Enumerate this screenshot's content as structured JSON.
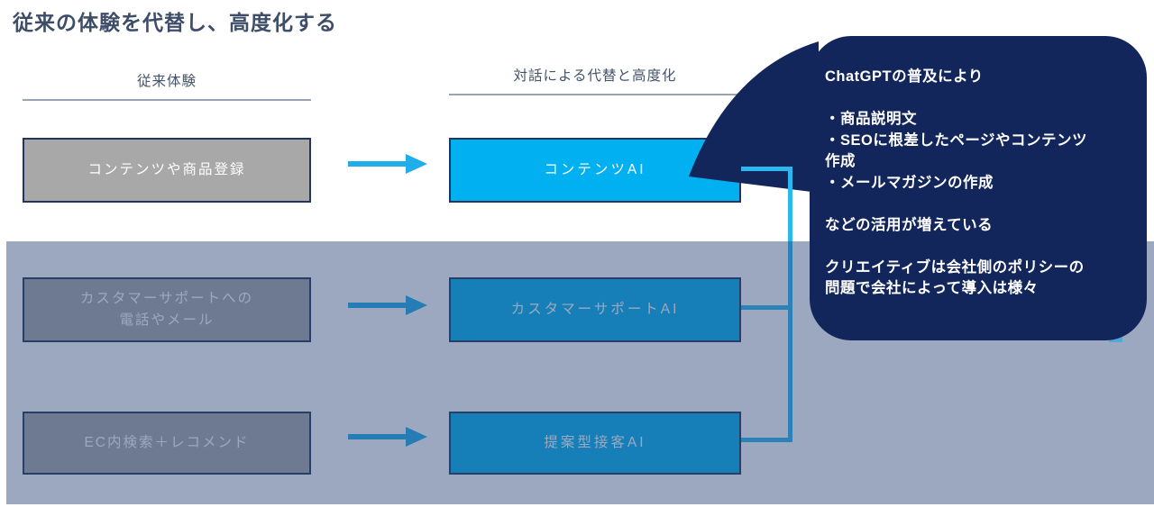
{
  "slide": {
    "title": "従来の体験を代替し、高度化する",
    "left_column_header": "従来体験",
    "right_column_header": "対話による代替と高度化",
    "rows": [
      {
        "legacy": "コンテンツや商品登録",
        "ai": "コンテンツAI"
      },
      {
        "legacy": "カスタマーサポートへの\n電話やメール",
        "ai": "カスタマーサポートAI"
      },
      {
        "legacy": "EC内検索＋レコメンド",
        "ai": "提案型接客AI"
      }
    ],
    "callout": {
      "text": "ChatGPTの普及により\n\n・商品説明文\n・SEOに根差したページやコンテンツ\n作成\n・メールマガジンの作成\n\nなどの活用が増えている\n\nクリエイティブは会社側のポリシーの\n問題で会社によって導入は様々"
    },
    "colors": {
      "accent_cyan": "#00b0f0",
      "connector_blue": "#2bb7ef",
      "callout_navy": "#13265c",
      "legacy_gray": "#a8a8a8",
      "box_border_navy": "#22355c",
      "title_navy": "#3e4d68",
      "header_text": "#44546a",
      "dim_overlay": "rgba(46,74,122,0.48)"
    }
  }
}
